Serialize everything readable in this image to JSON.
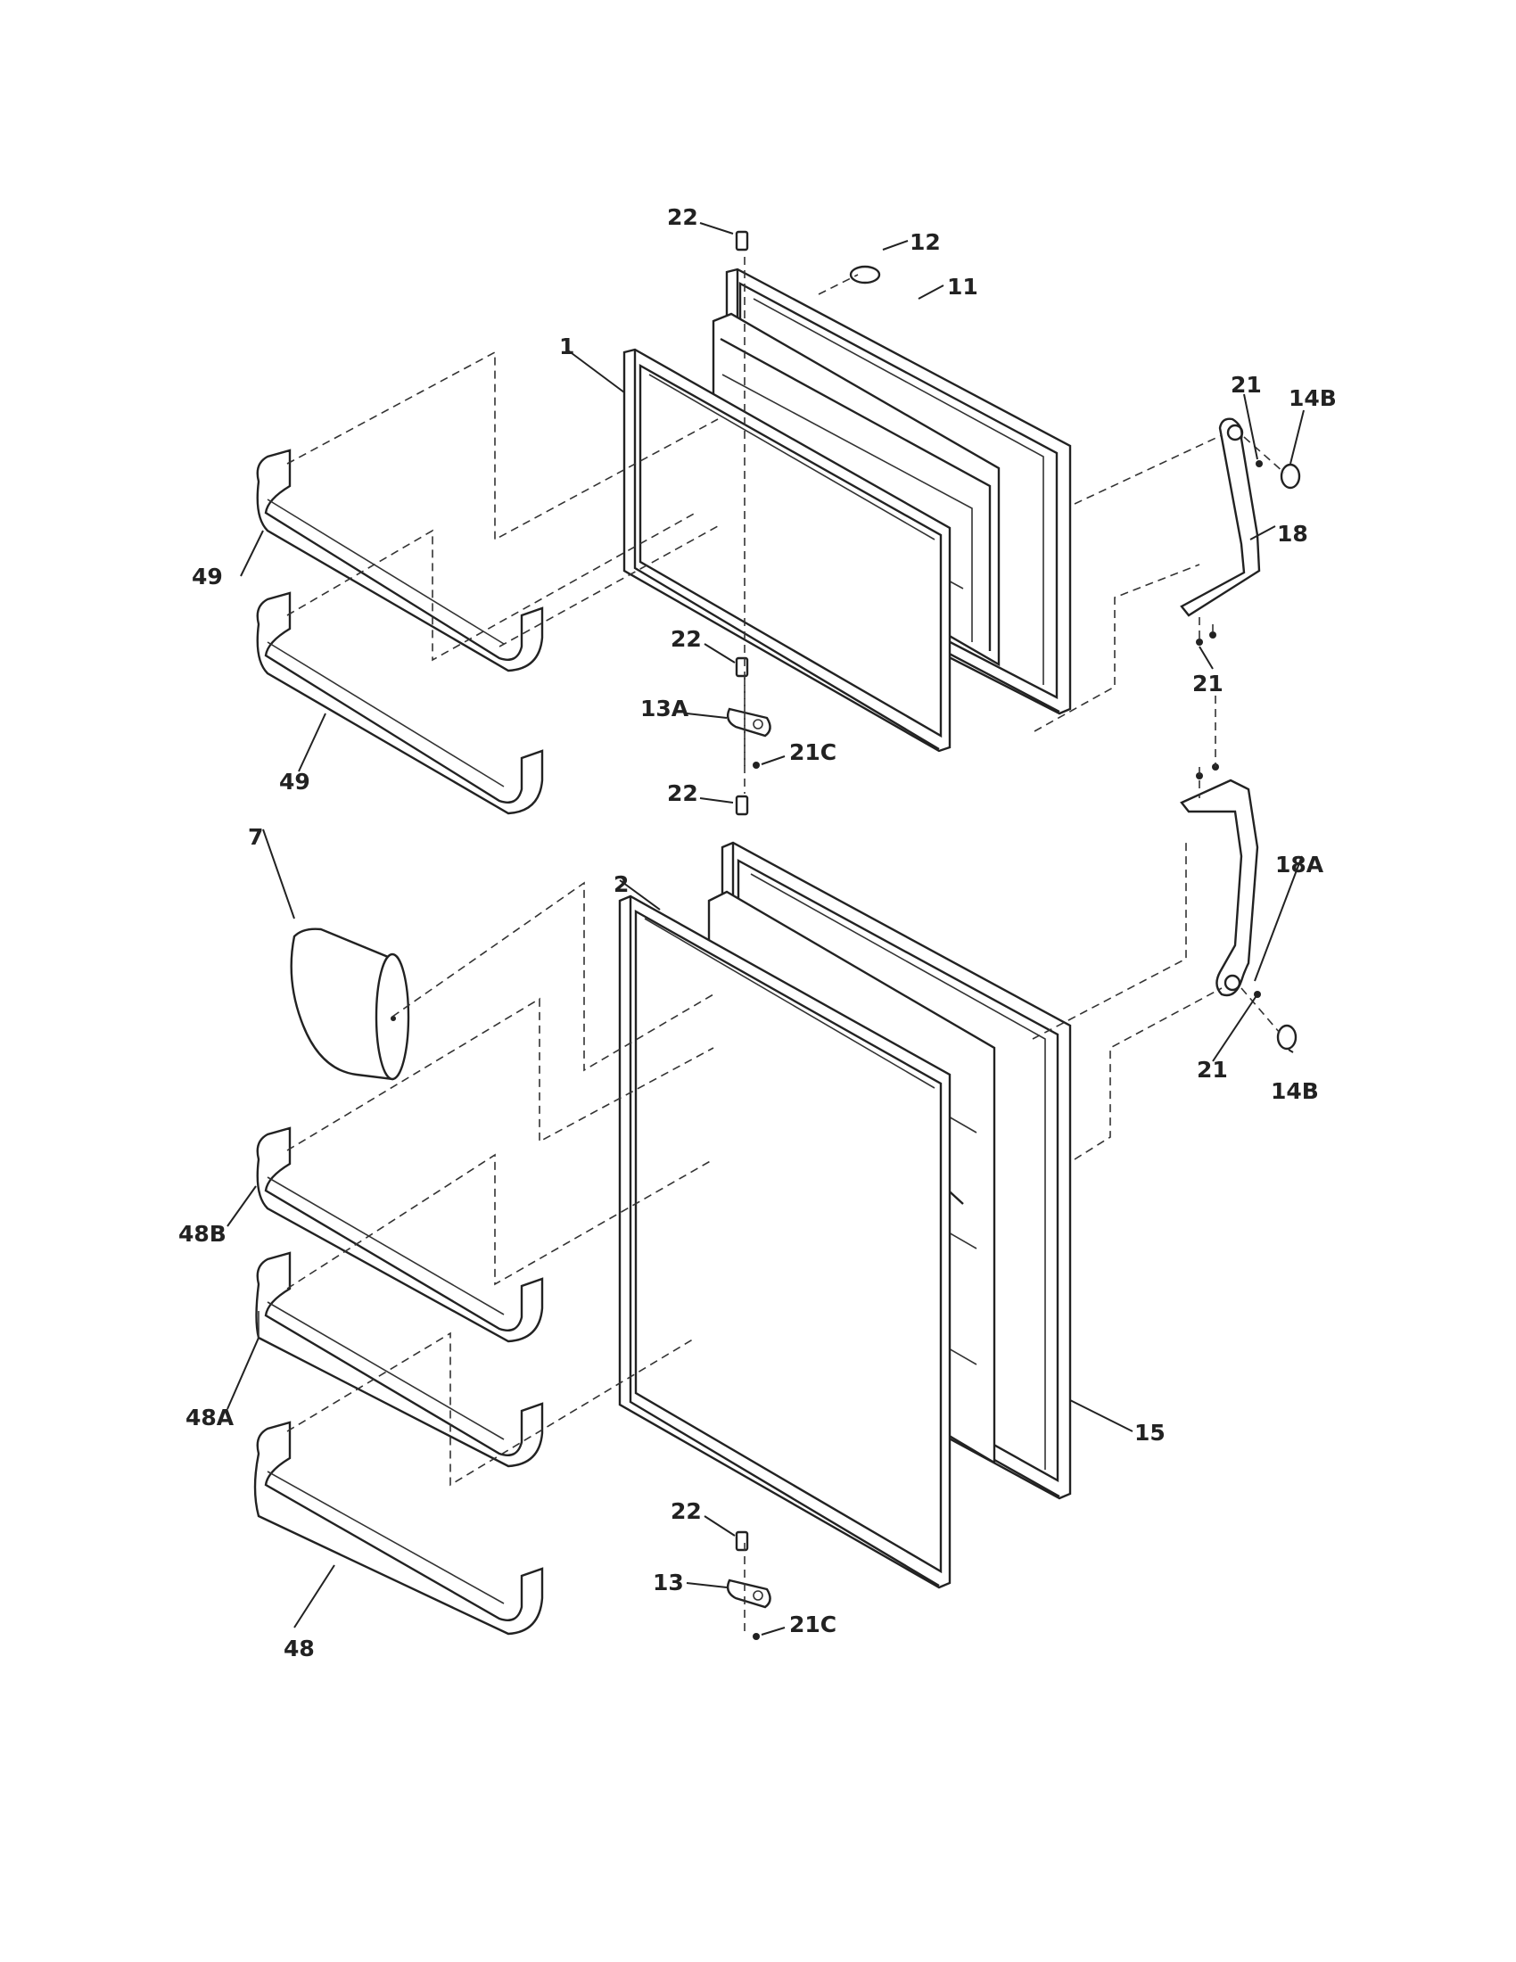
{
  "diagram": {
    "labels": {
      "p22_top": "22",
      "p12": "12",
      "p11": "11",
      "p1": "1",
      "p21_a": "21",
      "p14B_a": "14B",
      "p18": "18",
      "p49_a": "49",
      "p22_mid": "22",
      "p13A": "13A",
      "p21C_a": "21C",
      "p21_b": "21",
      "p49_b": "49",
      "p22_mid2": "22",
      "p7": "7",
      "p2": "2",
      "p18A": "18A",
      "p21_c": "21",
      "p14B_b": "14B",
      "p48B": "48B",
      "p48A": "48A",
      "p15": "15",
      "p22_bot": "22",
      "p13": "13",
      "p21C_b": "21C",
      "p48": "48"
    }
  }
}
